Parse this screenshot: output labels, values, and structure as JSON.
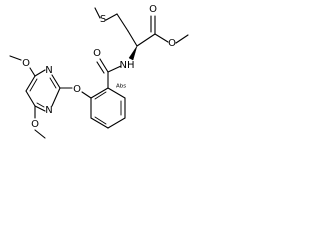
{
  "structure": {
    "atoms": {
      "sulfur": "S",
      "ester_carbonyl_oxygen": "O",
      "ester_oxygen": "O",
      "amide_nitrogen": "NH",
      "amide_oxygen": "O",
      "ether_oxygen": "O",
      "ring_nitrogen_top": "N",
      "ring_nitrogen_bottom": "N",
      "methoxy_oxygen_top": "O",
      "methoxy_oxygen_bottom": "O"
    },
    "stereo_label": "Abs"
  }
}
